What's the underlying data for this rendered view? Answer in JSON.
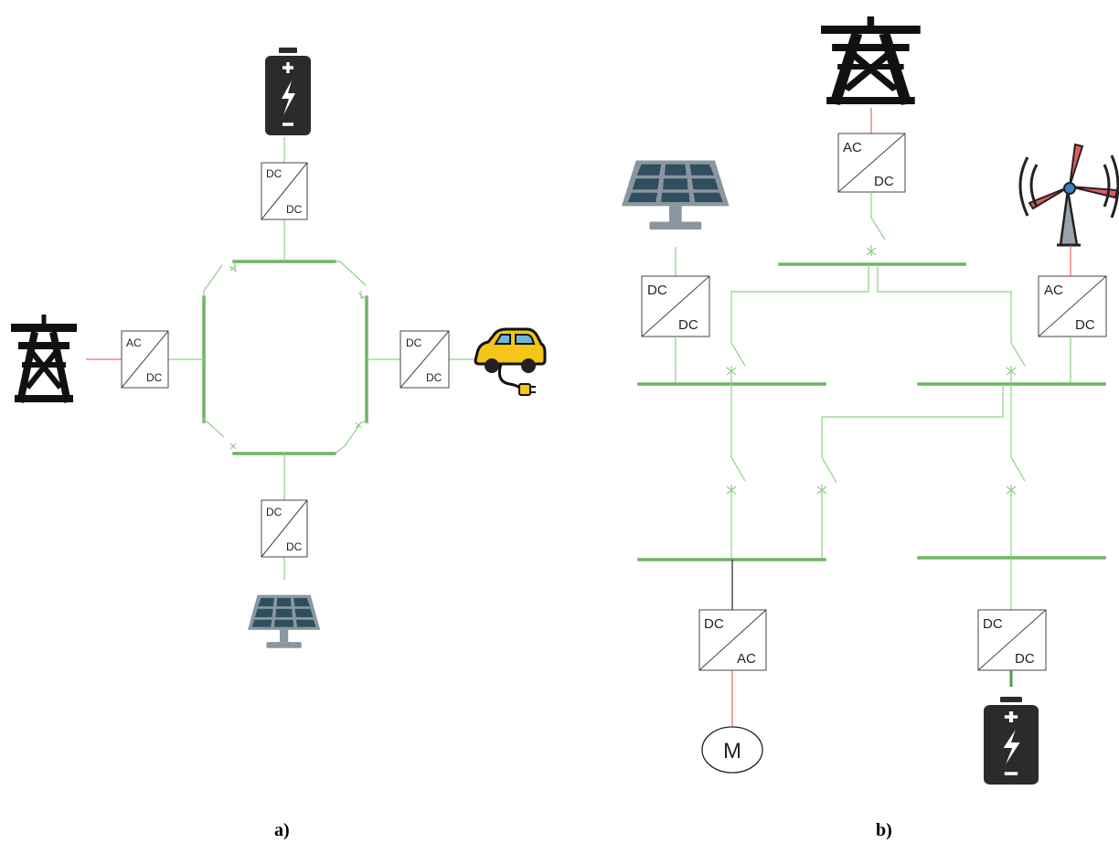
{
  "captions": {
    "left": "a)",
    "right": "b)"
  },
  "motor_label": "M",
  "converters": {
    "a_top": {
      "in": "DC",
      "out": "DC"
    },
    "a_left": {
      "in": "AC",
      "out": "DC"
    },
    "a_right": {
      "in": "DC",
      "out": "DC"
    },
    "a_bottom": {
      "in": "DC",
      "out": "DC"
    },
    "b_top": {
      "in": "AC",
      "out": "DC"
    },
    "b_left": {
      "in": "DC",
      "out": "DC"
    },
    "b_right": {
      "in": "AC",
      "out": "DC"
    },
    "b_motor": {
      "in": "DC",
      "out": "AC"
    },
    "b_battery": {
      "in": "DC",
      "out": "DC"
    }
  },
  "icons": {
    "battery": "battery-icon",
    "pylon": "power-pylon-icon",
    "ev": "electric-car-icon",
    "solar": "solar-panel-icon",
    "wind": "wind-turbine-icon",
    "motor": "motor-icon"
  },
  "colors": {
    "bus": "#6fb463",
    "wire": "#8fd086",
    "ac_line": "#e04a4a",
    "ev_body": "#f5c518",
    "panel_frame": "#8a96a0",
    "panel_cell": "#2f4e5e",
    "icon_dark": "#2b2b2b"
  }
}
